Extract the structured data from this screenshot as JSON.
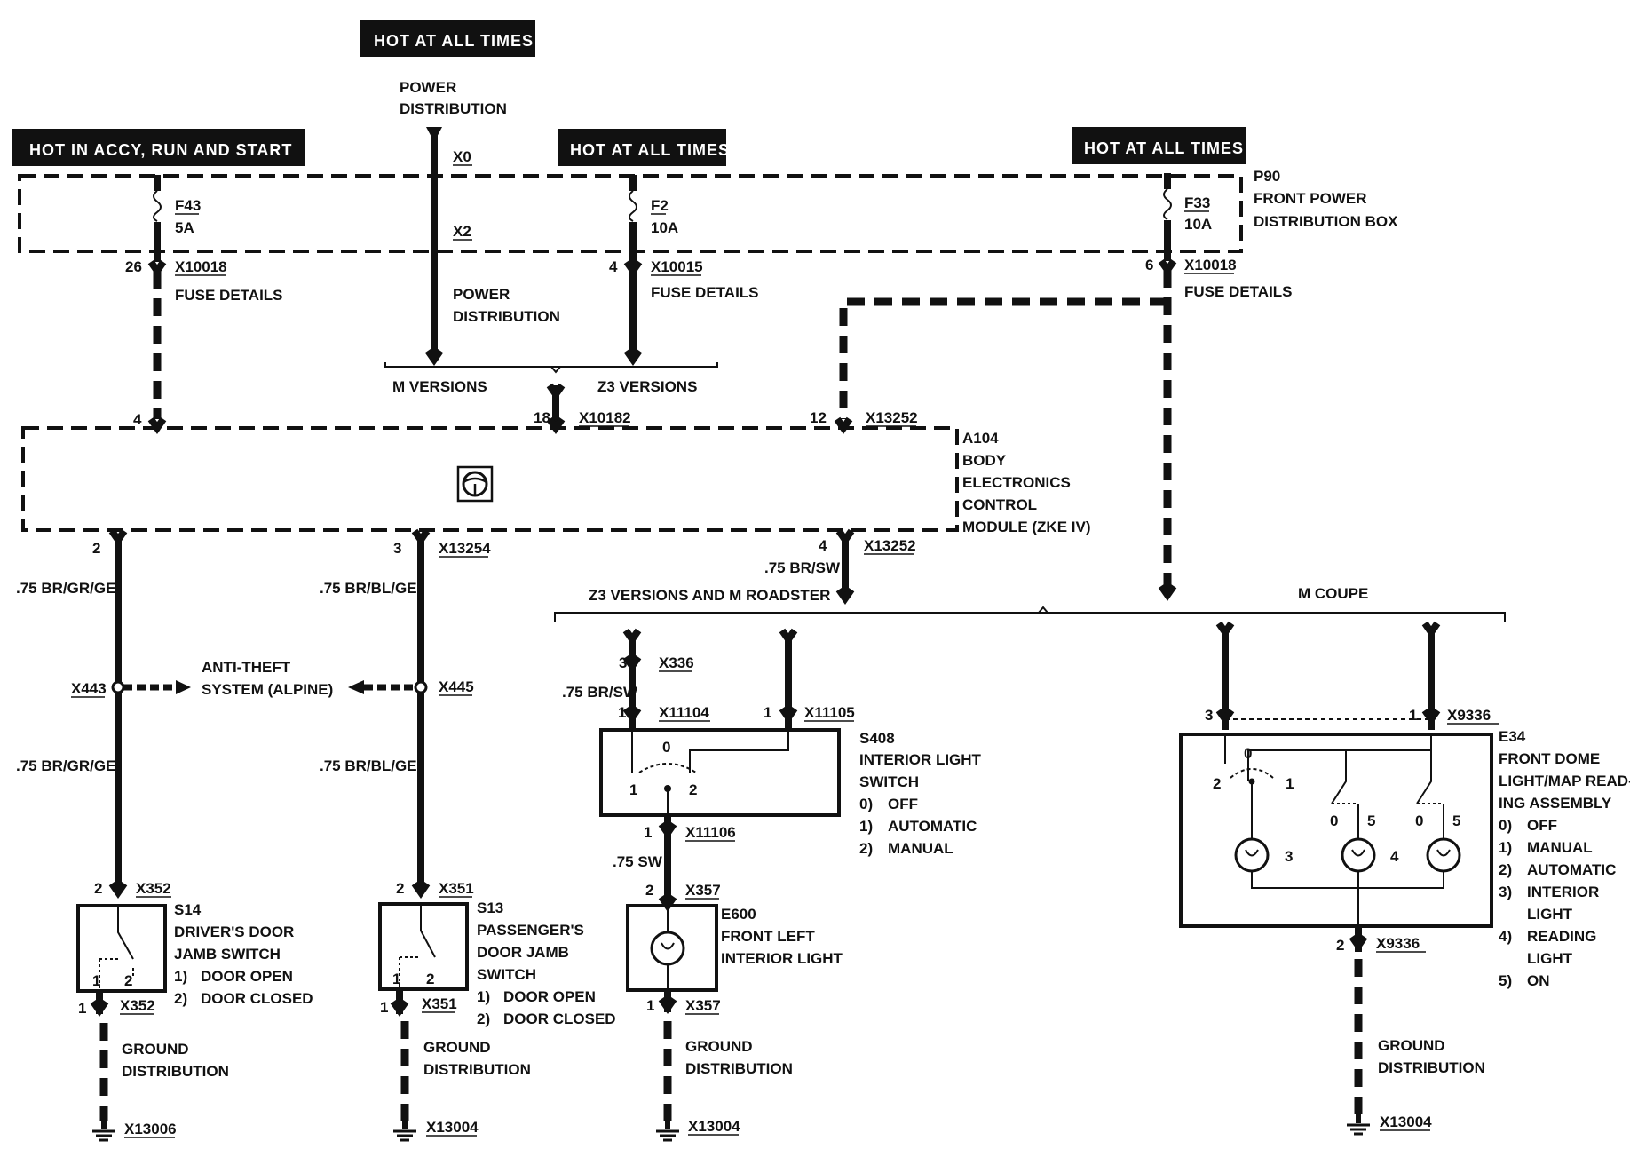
{
  "headers": {
    "top": "HOT AT ALL TIMES",
    "left": "HOT IN ACCY, RUN AND START",
    "mid": "HOT AT ALL TIMES",
    "right": "HOT AT ALL TIMES"
  },
  "power_distribution": {
    "label_line1": "POWER",
    "label_line2": "DISTRIBUTION",
    "x0": "X0",
    "x2": "X2",
    "lower_line1": "POWER",
    "lower_line2": "DISTRIBUTION"
  },
  "fuses": [
    {
      "name": "F43",
      "rating": "5A",
      "pin": "26",
      "connector": "X10018",
      "detail": "FUSE DETAILS"
    },
    {
      "name": "F2",
      "rating": "10A",
      "pin": "4",
      "connector": "X10015",
      "detail": "FUSE DETAILS"
    },
    {
      "name": "F33",
      "rating": "10A",
      "pin": "6",
      "connector": "X10018",
      "detail": "FUSE DETAILS"
    }
  ],
  "fuse_box": {
    "id": "P90",
    "line1": "FRONT POWER",
    "line2": "DISTRIBUTION BOX"
  },
  "versions": {
    "m": "M VERSIONS",
    "z3": "Z3 VERSIONS"
  },
  "module": {
    "id": "A104",
    "lines": [
      "BODY",
      "ELECTRONICS",
      "CONTROL",
      "MODULE (ZKE IV)"
    ],
    "in_pins": [
      {
        "pin": "4",
        "connector": ""
      },
      {
        "pin": "18",
        "connector": "X10182"
      },
      {
        "pin": "12",
        "connector": "X13252"
      }
    ],
    "out_pins": [
      {
        "pin": "2",
        "connector": ""
      },
      {
        "pin": "3",
        "connector": "X13254"
      },
      {
        "pin": "4",
        "connector": "X13252",
        "wire": ".75 BR/SW"
      }
    ]
  },
  "wires": {
    "driver_upper": ".75 BR/GR/GE",
    "driver_lower": ".75 BR/GR/GE",
    "pass_upper": ".75 BR/BL/GE",
    "pass_lower": ".75 BR/BL/GE",
    "x336_wire": ".75 BR/SW",
    "x11106_wire": ".75 SW"
  },
  "anti_theft": {
    "line1": "ANTI-THEFT",
    "line2": "SYSTEM (ALPINE)",
    "left_conn": "X443",
    "right_conn": "X445"
  },
  "groups": {
    "z3": "Z3 VERSIONS AND M ROADSTER",
    "coupe": "M COUPE"
  },
  "s14": {
    "top_pin": "2",
    "top_conn": "X352",
    "bottom_pin": "1",
    "bottom_conn": "X352",
    "id": "S14",
    "lines": [
      "DRIVER'S DOOR",
      "JAMB SWITCH"
    ],
    "legend": [
      [
        "1)",
        "DOOR OPEN"
      ],
      [
        "2)",
        "DOOR CLOSED"
      ]
    ],
    "t1": "1",
    "t2": "2"
  },
  "s13": {
    "top_pin": "2",
    "top_conn": "X351",
    "bottom_pin": "1",
    "bottom_conn": "X351",
    "id": "S13",
    "lines": [
      "PASSENGER'S",
      "DOOR JAMB",
      "SWITCH"
    ],
    "legend": [
      [
        "1)",
        "DOOR OPEN"
      ],
      [
        "2)",
        "DOOR CLOSED"
      ]
    ],
    "t1": "1",
    "t2": "2"
  },
  "s408": {
    "x336_pin": "3",
    "x336": "X336",
    "in1_pin": "1",
    "in1": "X11104",
    "in2_pin": "1",
    "in2": "X11105",
    "out_pin": "1",
    "out": "X11106",
    "id": "S408",
    "lines": [
      "INTERIOR LIGHT",
      "SWITCH"
    ],
    "legend": [
      [
        "0)",
        "OFF"
      ],
      [
        "1)",
        "AUTOMATIC"
      ],
      [
        "2)",
        "MANUAL"
      ]
    ],
    "p0": "0",
    "p1": "1",
    "p2": "2"
  },
  "e600": {
    "top_pin": "2",
    "top_conn": "X357",
    "bottom_pin": "1",
    "bottom_conn": "X357",
    "id": "E600",
    "lines": [
      "FRONT LEFT",
      "INTERIOR LIGHT"
    ]
  },
  "e34": {
    "left_pin": "3",
    "right_pin": "1",
    "conn": "X9336",
    "out_pin": "2",
    "out_conn": "X9336",
    "id": "E34",
    "lines": [
      "FRONT DOME",
      "LIGHT/MAP READ-",
      "ING ASSEMBLY"
    ],
    "legend": [
      [
        "0)",
        "OFF"
      ],
      [
        "1)",
        "MANUAL"
      ],
      [
        "2)",
        "AUTOMATIC"
      ],
      [
        "3)",
        "INTERIOR"
      ],
      [
        "",
        "LIGHT"
      ],
      [
        "4)",
        "READING"
      ],
      [
        "",
        "LIGHT"
      ],
      [
        "5)",
        "ON"
      ]
    ],
    "sw_labels": [
      "0",
      "2",
      "1",
      "0",
      "5",
      "0",
      "5"
    ],
    "bulb_labels": [
      "3",
      "4"
    ]
  },
  "grounds": [
    {
      "line1": "GROUND",
      "line2": "DISTRIBUTION",
      "conn": "X13006"
    },
    {
      "line1": "GROUND",
      "line2": "DISTRIBUTION",
      "conn": "X13004"
    },
    {
      "line1": "GROUND",
      "line2": "DISTRIBUTION",
      "conn": "X13004"
    },
    {
      "line1": "GROUND",
      "line2": "DISTRIBUTION",
      "conn": "X13004"
    }
  ]
}
